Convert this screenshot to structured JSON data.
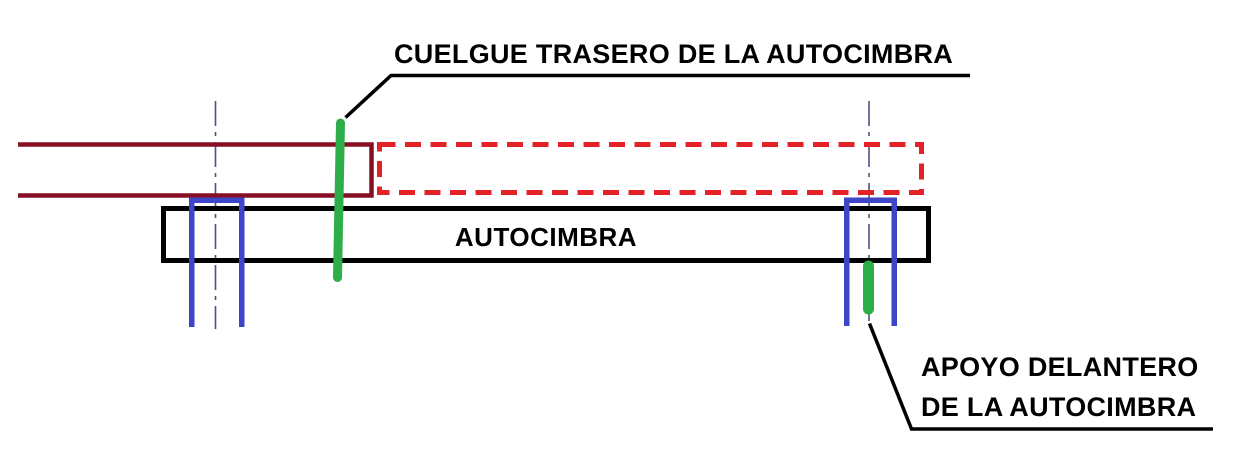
{
  "labels": {
    "rear_hanger": "CUELGUE TRASERO DE LA AUTOCIMBRA",
    "beam": "AUTOCIMBRA",
    "front_support_line1": "APOYO DELANTERO",
    "front_support_line2": "DE LA AUTOCIMBRA"
  },
  "colors": {
    "completed_deck": "#870f23",
    "next_span": "#e32126",
    "beam_outline": "#000000",
    "support_frame": "#3e45c8",
    "marker_green": "#2eae4a",
    "centerline": "#4c5180",
    "leader_line": "#000000",
    "background": "#ffffff",
    "label_text": "#000000"
  }
}
